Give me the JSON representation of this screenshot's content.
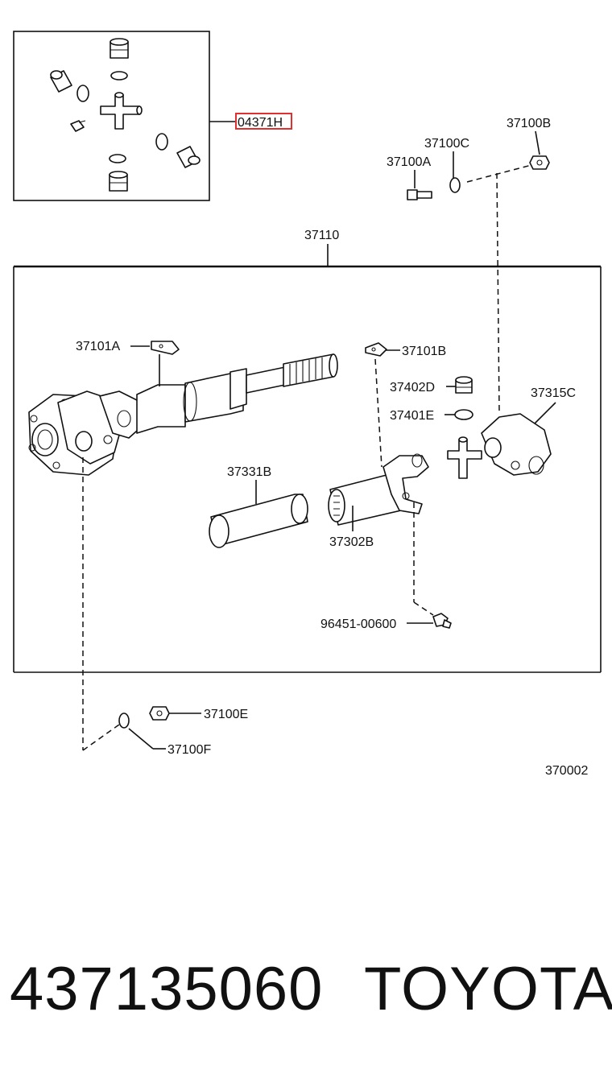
{
  "diagram": {
    "labels": {
      "kit": "04371H",
      "p37100B": "37100B",
      "p37100C": "37100C",
      "p37100A": "37100A",
      "p37110": "37110",
      "p37101A": "37101A",
      "p37101B": "37101B",
      "p37402D": "37402D",
      "p37401E": "37401E",
      "p37315C": "37315C",
      "p37331B": "37331B",
      "p37302B": "37302B",
      "p96451": "96451-00600",
      "p37100E": "37100E",
      "p37100F": "37100F",
      "ref": "370002"
    },
    "highlight_color": "#e03030"
  },
  "footer": {
    "part_number": "437135060",
    "brand": "TOYOTA"
  }
}
